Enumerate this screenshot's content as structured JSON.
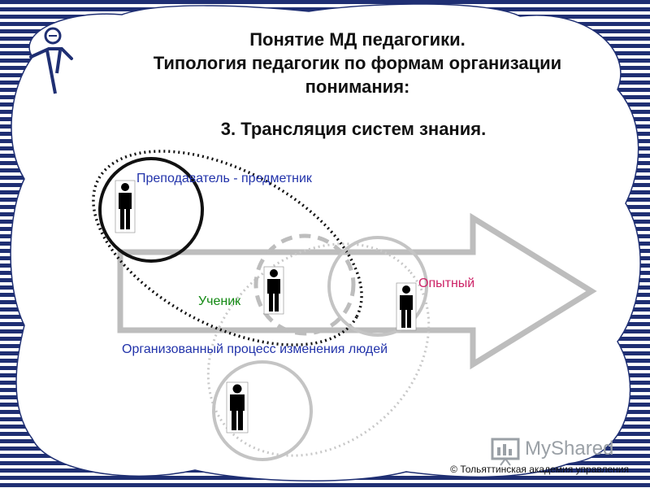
{
  "slide": {
    "title_lines": [
      "Понятие МД педагогики.",
      "Типология педагогик по формам организации",
      "понимания:"
    ],
    "subtitle": "3.  Трансляция систем знания.",
    "labels": {
      "teacher": "Преподаватель - предметник",
      "student": "Ученик",
      "expert": "Опытный",
      "process": "Организованный процесс изменения людей"
    },
    "watermark": "MyShared",
    "copyright": "© Тольяттинская академия управления"
  },
  "colors": {
    "frame": "#1f2f73",
    "teacher_label": "#2233aa",
    "student_label": "#118811",
    "expert_label": "#cc2266",
    "arrow": "#bdbdbd"
  },
  "icons": [
    "person-icon",
    "presenter-logo-icon",
    "myshared-logo-icon"
  ]
}
